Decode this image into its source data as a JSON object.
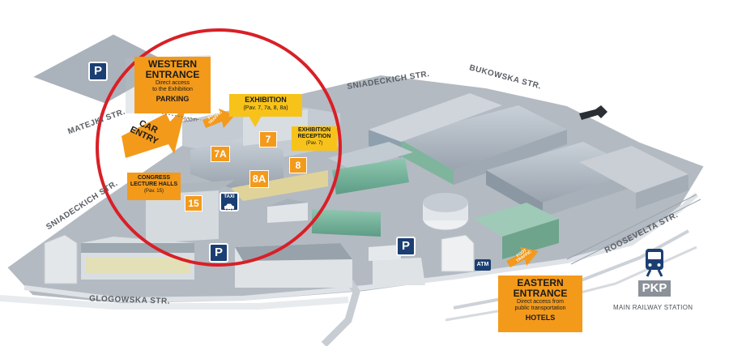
{
  "streets": {
    "sniadeckich_top": "SNIADECKICH STR.",
    "bukowska": "BUKOWSKA STR.",
    "matejki": "MATEJKI STR.",
    "sniadeckich_left": "SNIADECKICH STR.",
    "roosevelta": "ROOSEVELTA STR.",
    "glogowska": "GLOGOWSKA STR."
  },
  "distance": "300m",
  "western": {
    "title_line1": "WESTERN",
    "title_line2": "ENTRANCE",
    "sub_line1": "Direct access",
    "sub_line2": "to the Exhibition",
    "parking": "PARKING"
  },
  "car_entry": {
    "line1": "CAR",
    "line2": "ENTRY"
  },
  "foot_traffic": {
    "line1": "FOOT",
    "line2": "TRAFFIC"
  },
  "exhibition": {
    "title": "EXHIBITION",
    "sub": "(Pav. 7, 7a, 8, 8a)"
  },
  "reception": {
    "line1": "EXHIBITION",
    "line2": "RECEPTION",
    "sub": "(Pav. 7)"
  },
  "congress": {
    "line1": "CONGRESS",
    "line2": "LECTURE HALLS",
    "sub": "(Pav. 15)"
  },
  "pavilions": {
    "p7": "7",
    "p7a": "7A",
    "p8": "8",
    "p8a": "8A",
    "p15": "15"
  },
  "parking_symbol": "P",
  "taxi": "TAXI",
  "atm": "ATM",
  "eastern": {
    "title_line1": "EASTERN",
    "title_line2": "ENTRANCE",
    "sub_line1": "Direct access from",
    "sub_line2": "public transportation",
    "hotels": "HOTELS"
  },
  "station": {
    "code": "PKP",
    "name": "MAIN RAILWAY STATION"
  },
  "colors": {
    "accent": "#f39a1b",
    "highlight_circle": "#d91f26",
    "parking": "#1b3f72"
  }
}
